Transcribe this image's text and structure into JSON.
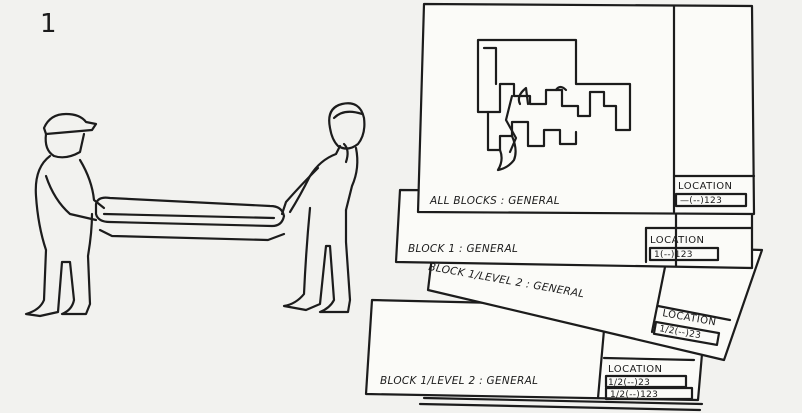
{
  "figure": {
    "number": "1"
  },
  "sheets": [
    {
      "caption": "ALL BLOCKS : GENERAL",
      "location_label": "LOCATION",
      "location_code": "—(--)123"
    },
    {
      "caption": "BLOCK 1 : GENERAL",
      "location_label": "LOCATION",
      "location_code": "1(--)123"
    },
    {
      "caption": "BLOCK 1/LEVEL 2 : GENERAL",
      "location_label": "LOCATION",
      "location_code": "1/2(--)23"
    },
    {
      "caption": "BLOCK 1/LEVEL 2 : GENERAL",
      "location_label": "LOCATION",
      "location_code": "1/2(--)23",
      "location_code_2": "1/2(--)123"
    }
  ]
}
